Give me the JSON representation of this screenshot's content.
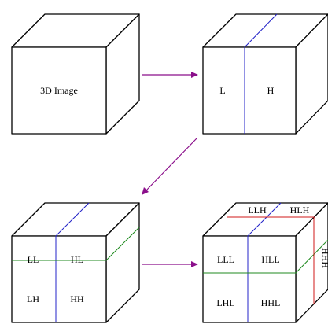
{
  "cube1": {
    "label": "3D Image"
  },
  "cube2": {
    "labels": [
      "L",
      "H"
    ]
  },
  "cube3": {
    "labels": [
      "LL",
      "HL",
      "LH",
      "HH"
    ]
  },
  "cube4": {
    "labels": [
      "LLL",
      "HLL",
      "LHL",
      "HHL",
      "LLH",
      "HLH",
      "HHH"
    ]
  },
  "colors": {
    "arrow": "#8b0f8b",
    "split_x": "#2323c8",
    "split_y": "#1f8a1f",
    "split_z": "#d01818"
  }
}
